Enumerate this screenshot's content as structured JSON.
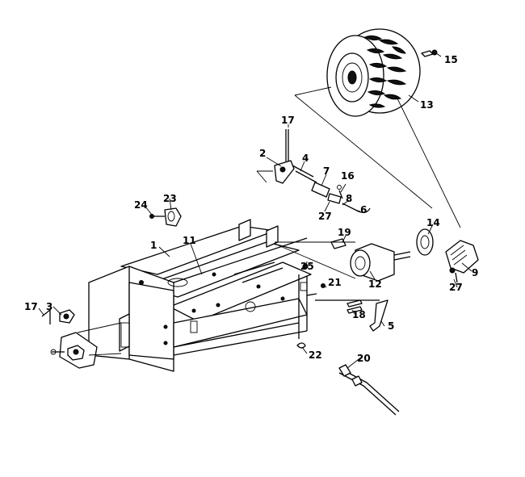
{
  "callouts": [
    {
      "id": "c1",
      "text": "1"
    },
    {
      "id": "c2",
      "text": "2"
    },
    {
      "id": "c3",
      "text": "3"
    },
    {
      "id": "c4",
      "text": "4"
    },
    {
      "id": "c5",
      "text": "5"
    },
    {
      "id": "c6",
      "text": "6"
    },
    {
      "id": "c7",
      "text": "7"
    },
    {
      "id": "c8",
      "text": "8"
    },
    {
      "id": "c9",
      "text": "9"
    },
    {
      "id": "c11",
      "text": "11"
    },
    {
      "id": "c12",
      "text": "12"
    },
    {
      "id": "c13",
      "text": "13"
    },
    {
      "id": "c14",
      "text": "14"
    },
    {
      "id": "c15",
      "text": "15"
    },
    {
      "id": "c16",
      "text": "16"
    },
    {
      "id": "c17a",
      "text": "17"
    },
    {
      "id": "c17b",
      "text": "17"
    },
    {
      "id": "c18",
      "text": "18"
    },
    {
      "id": "c19",
      "text": "19"
    },
    {
      "id": "c20",
      "text": "20"
    },
    {
      "id": "c21",
      "text": "21"
    },
    {
      "id": "c22",
      "text": "22"
    },
    {
      "id": "c23",
      "text": "23"
    },
    {
      "id": "c24",
      "text": "24"
    },
    {
      "id": "c25",
      "text": "25"
    },
    {
      "id": "c27a",
      "text": "27"
    },
    {
      "id": "c27b",
      "text": "27"
    }
  ]
}
